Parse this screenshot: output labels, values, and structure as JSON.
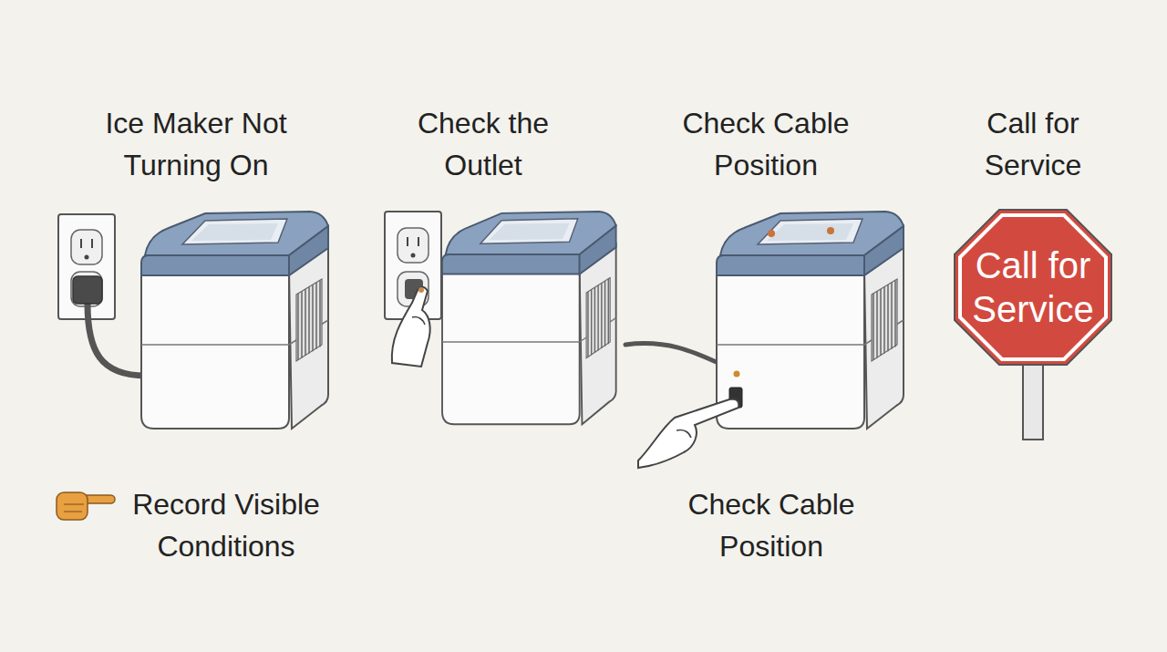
{
  "diagram": {
    "nodes": [
      {
        "text": [
          "Call for Service"
        ]
      }
    ],
    "labels": [
      "Ice Maker Not Turning On",
      "Check the Outlet",
      "Check Cable Position",
      "Call for Service",
      "Record Visible Conditions",
      "Check Cable Position"
    ]
  }
}
